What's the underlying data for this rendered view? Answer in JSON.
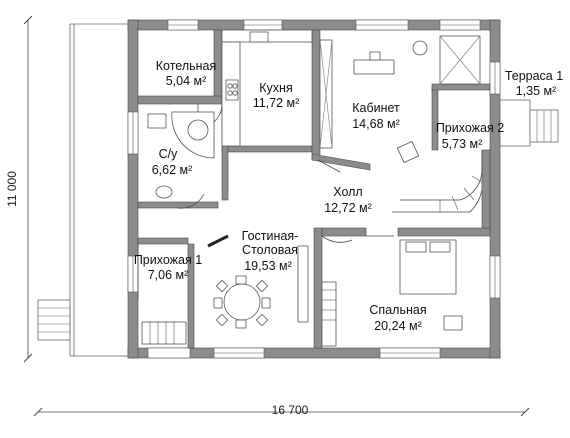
{
  "rooms": [
    {
      "id": "boiler",
      "name": "Котельная",
      "area": "5,04 м²"
    },
    {
      "id": "kitchen",
      "name": "Кухня",
      "area": "11,72 м²"
    },
    {
      "id": "cabinet",
      "name": "Кабинет",
      "area": "14,68 м²"
    },
    {
      "id": "bath",
      "name": "С/у",
      "area": "6,62 м²"
    },
    {
      "id": "hall2",
      "name": "Прихожая 2",
      "area": "5,73 м²"
    },
    {
      "id": "hall",
      "name": "Холл",
      "area": "12,72 м²"
    },
    {
      "id": "living",
      "name": "Гостиная-",
      "name2": "Столовая",
      "area": "19,53 м²"
    },
    {
      "id": "hall1",
      "name": "Прихожая 1",
      "area": "7,06 м²"
    },
    {
      "id": "bedroom",
      "name": "Спальная",
      "area": "20,24 м²"
    }
  ],
  "terrace": {
    "name": "Терраса 1",
    "area": "1,35 м²"
  },
  "dimensions": {
    "width": "16 700",
    "height": "11 000"
  },
  "colors": {
    "wall": "#8c8c8c",
    "line": "#4a4a4a"
  }
}
